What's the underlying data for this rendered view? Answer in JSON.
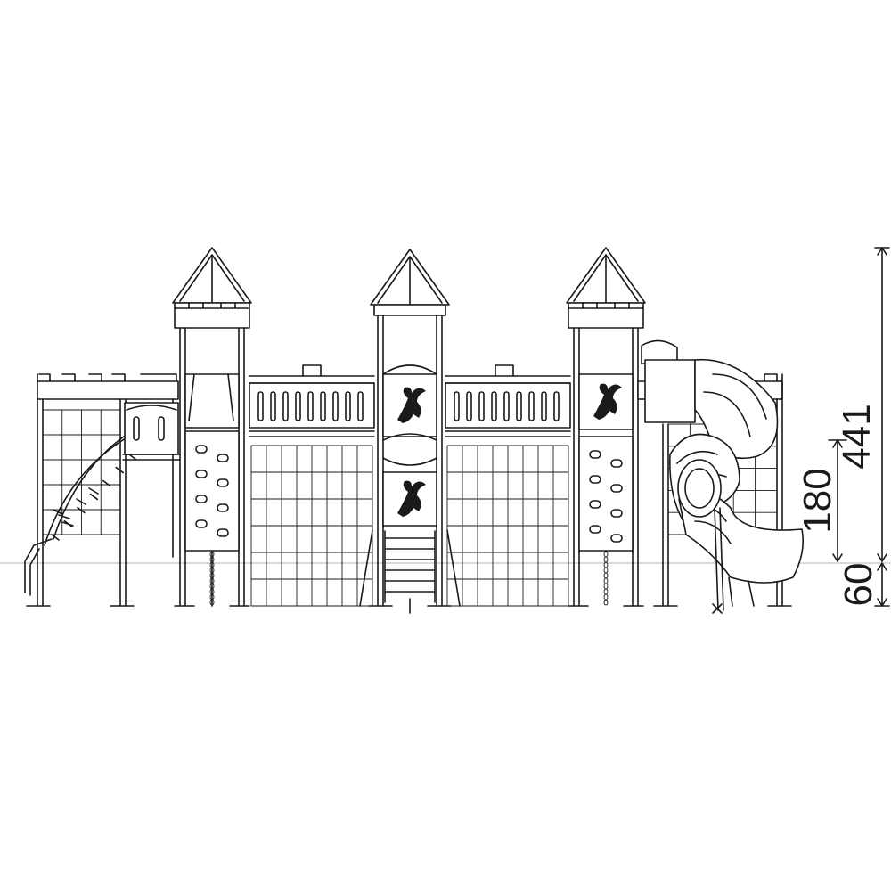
{
  "diagram": {
    "subject": "castle-playground-front-elevation",
    "colors": {
      "line": "#1a1a1a",
      "ground": "#9a9a9a",
      "background": "#ffffff"
    },
    "dimensions": {
      "overall_height": "441",
      "platform_height": "180",
      "foundation_depth": "60"
    }
  }
}
